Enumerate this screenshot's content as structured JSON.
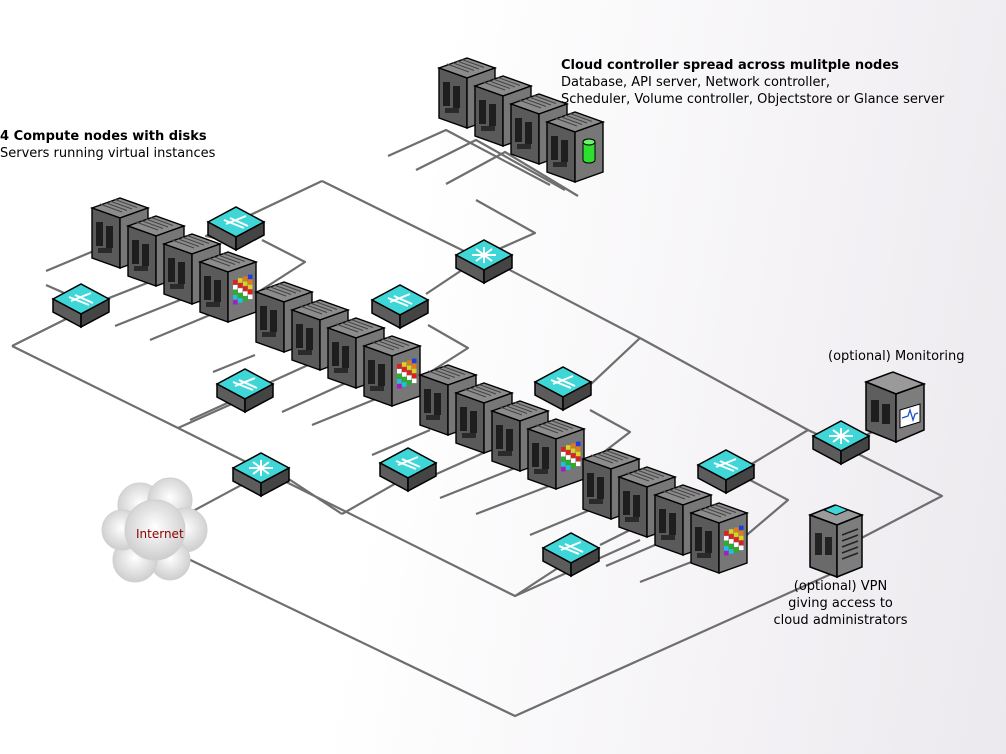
{
  "labels": {
    "cloud_controller": {
      "title": "Cloud controller spread across mulitple nodes",
      "line1": "Database, API server, Network controller,",
      "line2": "Scheduler, Volume controller, Objectstore or Glance server"
    },
    "compute": {
      "title": "4 Compute nodes with disks",
      "line1": "Servers running virtual instances"
    },
    "monitoring": "(optional) Monitoring",
    "vpn": {
      "line1": "(optional) VPN",
      "line2": "giving access to",
      "line3": "cloud administrators"
    },
    "internet": "Internet"
  },
  "colors": {
    "wire": "#6e6e6e",
    "server": "#707070",
    "switch_top": "#3fd6d8",
    "disk": "#2ee02e",
    "internet_text": "#8b0000"
  }
}
